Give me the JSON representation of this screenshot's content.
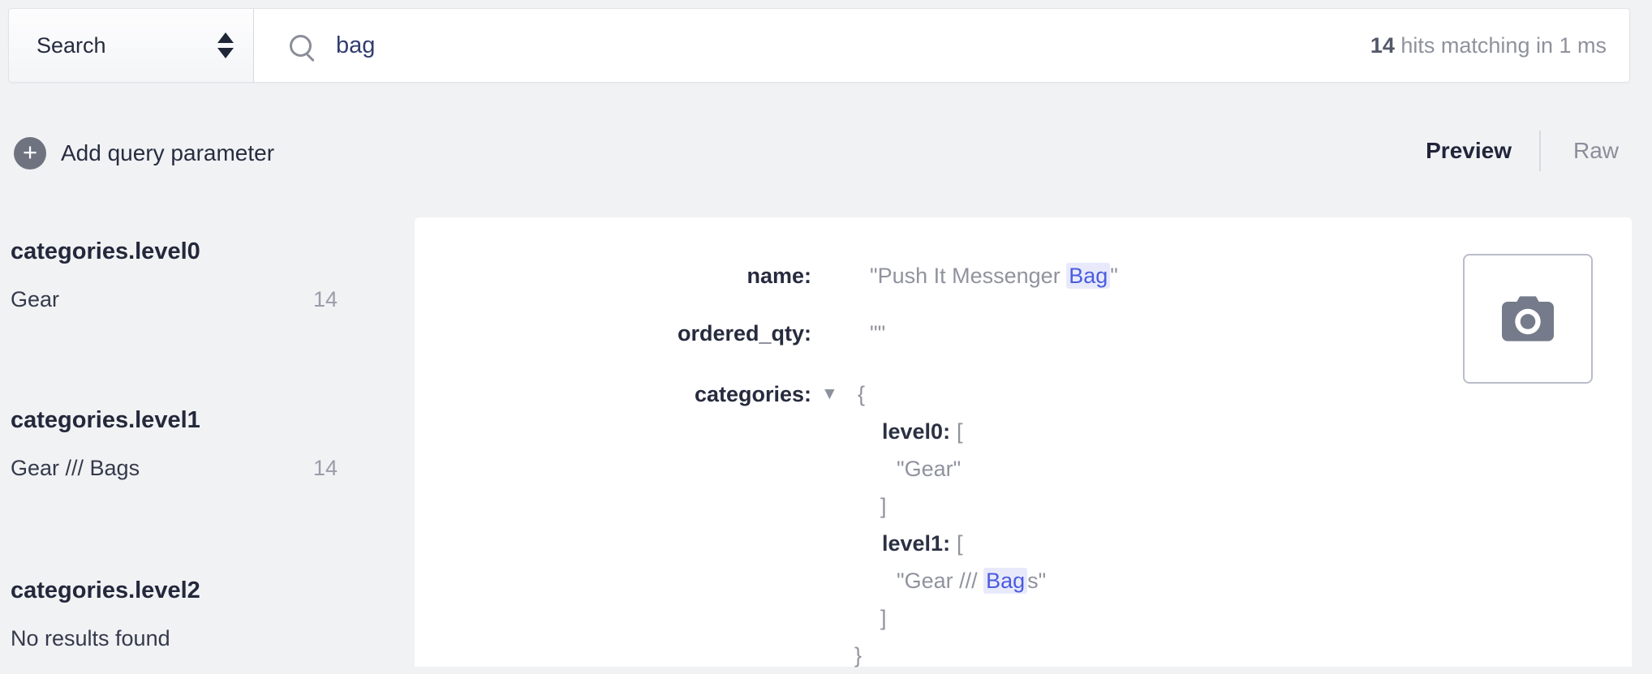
{
  "topbar": {
    "index_selector": {
      "label": "Search"
    },
    "search": {
      "query": "bag"
    },
    "stats": {
      "count": "14",
      "text": " hits matching in 1 ms"
    }
  },
  "toolbar": {
    "add_param_label": "Add query parameter",
    "tabs": [
      {
        "label": "Preview",
        "active": true
      },
      {
        "label": "Raw",
        "active": false
      }
    ]
  },
  "facets": [
    {
      "header": "categories.level0",
      "items": [
        {
          "label": "Gear",
          "count": "14"
        }
      ]
    },
    {
      "header": "categories.level1",
      "items": [
        {
          "label": "Gear /// Bags",
          "count": "14"
        }
      ]
    },
    {
      "header": "categories.level2",
      "empty": "No results found"
    }
  ],
  "hit": {
    "fields": {
      "name": {
        "label": "name:",
        "pre": "\"Push It Messenger ",
        "match": "Bag",
        "post": "\""
      },
      "ordered_qty": {
        "label": "ordered_qty:",
        "value": "\"\""
      },
      "categories": {
        "label": "categories:"
      }
    },
    "tree": {
      "level0_key": "level0:",
      "level0_value": "\"Gear\"",
      "level1_key": "level1:",
      "level1_pre": "\"Gear /// ",
      "level1_match": "Bag",
      "level1_post": "s\""
    },
    "punct": {
      "open_brace": "{",
      "close_brace": "}",
      "open_bracket": "[",
      "close_bracket": "]"
    }
  },
  "icons": {
    "plus": "+",
    "collapse": "▼"
  },
  "colors": {
    "highlight_text": "#4b5cde",
    "highlight_bg": "#e8eafc",
    "page_bg": "#f1f2f4",
    "dark_text": "#262b3e",
    "gray_text": "#90939e"
  }
}
